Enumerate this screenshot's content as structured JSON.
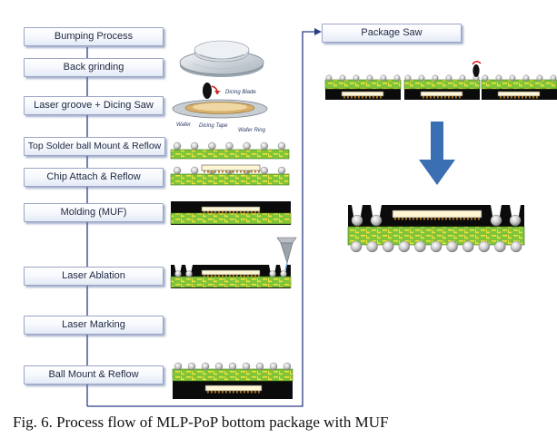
{
  "steps": [
    {
      "label": "Bumping Process"
    },
    {
      "label": "Back grinding"
    },
    {
      "label": "Laser groove + Dicing Saw"
    },
    {
      "label": "Top Solder ball Mount & Reflow"
    },
    {
      "label": "Chip Attach & Reflow"
    },
    {
      "label": "Molding (MUF)"
    },
    {
      "label": "Laser Ablation"
    },
    {
      "label": "Laser Marking"
    },
    {
      "label": "Ball Mount & Reflow"
    },
    {
      "label": "Package Saw"
    }
  ],
  "dicing_labels": {
    "blade": "Dicing Blade",
    "wafer": "Wafer",
    "tape": "Dicing Tape",
    "ring": "Wafer Ring"
  },
  "caption": "Fig. 6. Process flow of MLP-PoP bottom package with MUF",
  "colors": {
    "flow_line": "#2b3f86",
    "substrate": "#7fc43a",
    "substrate_pattern": "#f2e23a",
    "mold": "#0b0b0b",
    "die": "#fff6d6",
    "ball": "#bfbfbf",
    "big_arrow": "#3a6fb4"
  }
}
